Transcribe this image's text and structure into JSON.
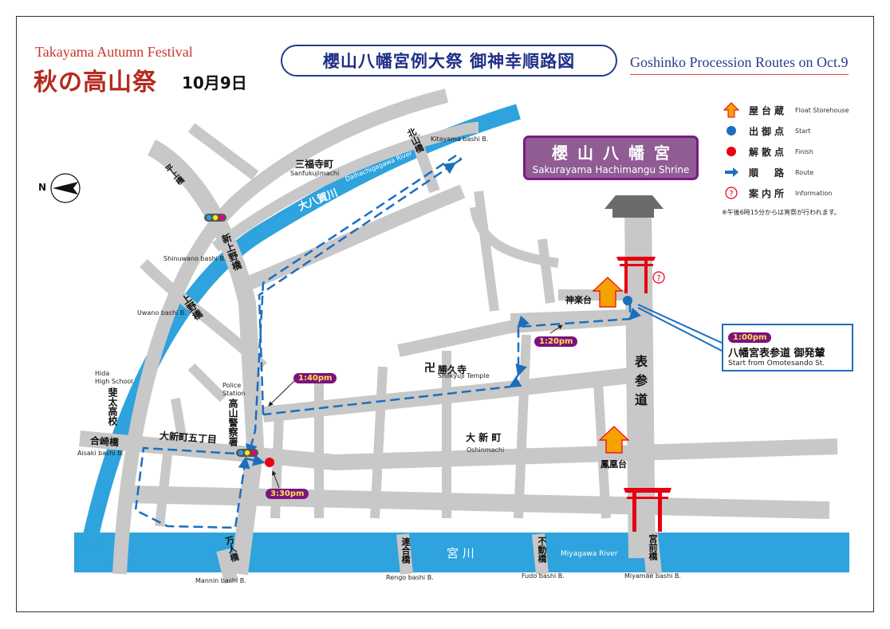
{
  "header": {
    "title_en": "Takayama Autumn Festival",
    "title_jp": "秋の高山祭",
    "date": "10月9日",
    "main_title": "櫻山八幡宮例大祭 御神幸順路図",
    "subtitle_en": "Goshinko Procession Routes on Oct.9"
  },
  "shrine": {
    "name_jp": "櫻山八幡宮",
    "name_en": "Sakurayama Hachimangu Shrine"
  },
  "legend": {
    "items": [
      {
        "icon": "float-storehouse-arrow-icon",
        "jp": "屋台蔵",
        "en": "Float Storehouse",
        "color": "#f5a100"
      },
      {
        "icon": "start-dot-icon",
        "jp": "出御点",
        "en": "Start",
        "color": "#1a6fbd"
      },
      {
        "icon": "finish-dot-icon",
        "jp": "解散点",
        "en": "Finish",
        "color": "#e60012"
      },
      {
        "icon": "route-arrow-icon",
        "jp": "順　路",
        "en": "Route",
        "color": "#1a6fbd"
      },
      {
        "icon": "information-icon",
        "jp": "案内所",
        "en": "Information",
        "color": "#e60012"
      }
    ],
    "note": "※午後6時15分からは宵祭が行われます。"
  },
  "start_callout": {
    "time": "1:00pm",
    "jp": "八幡宮表参道 御発輦",
    "en": "Start from Omotesando St."
  },
  "time_markers": [
    {
      "time": "1:20pm"
    },
    {
      "time": "1:40pm"
    },
    {
      "time": "3:30pm"
    }
  ],
  "compass": {
    "label": "N"
  },
  "rivers": {
    "dahachi_jp": "大八賀川",
    "dahachi_en": "Daihachigagawa River",
    "miya_jp": "宮 川",
    "miya_en": "Miyagawa River"
  },
  "places": {
    "sanfukuji_jp": "三福寺町",
    "sanfukuji_en": "Sanfukujimachi",
    "kitayama_jp": "北山橋",
    "kitayama_en": "Kitayama bashi B.",
    "unknown_bridge_jp": "平上橋",
    "shinuwano_jp": "新上野橋",
    "shinuwano_en": "Shinuwano bashi B.",
    "uwano_jp": "上野橋",
    "uwano_en": "Uwano bashi B.",
    "hida_hs_en_1": "Hida",
    "hida_hs_en_2": "High School",
    "hida_hs_jp": "斐太高校",
    "police_en_1": "Police",
    "police_en_2": "Station",
    "police_jp": "高山警察署",
    "aisaki_jp": "合崎橋",
    "aisaki_en": "Aisaki bashi B.",
    "oshin5_jp": "大新町五丁目",
    "shokyuji_jp": "勝久寺",
    "shokyuji_en": "Shokyuji Temple",
    "kagura_jp": "神楽台",
    "omotesando_jp": "表参道",
    "oshinmachi_jp": "大 新 町",
    "oshinmachi_en": "Oshinmachi",
    "hoodai_jp": "鳳凰台",
    "mannin_jp": "万人橋",
    "mannin_en": "Mannin bashi B.",
    "rengo_jp": "連合橋",
    "rengo_en": "Rengo bashi B.",
    "fudo_jp": "不動橋",
    "fudo_en": "Fudo bashi B.",
    "miyamae_jp": "宮前橋",
    "miyamae_en": "Miyamae bashi B."
  },
  "colors": {
    "road": "#c8c8c8",
    "river": "#2ea3dd",
    "route": "#1a6fbd",
    "torii": "#e60012",
    "shrine_box": "#8f5c94",
    "time_pill": "#7c1280",
    "title_red": "#b52c1e",
    "title_blue": "#1f2f85"
  }
}
